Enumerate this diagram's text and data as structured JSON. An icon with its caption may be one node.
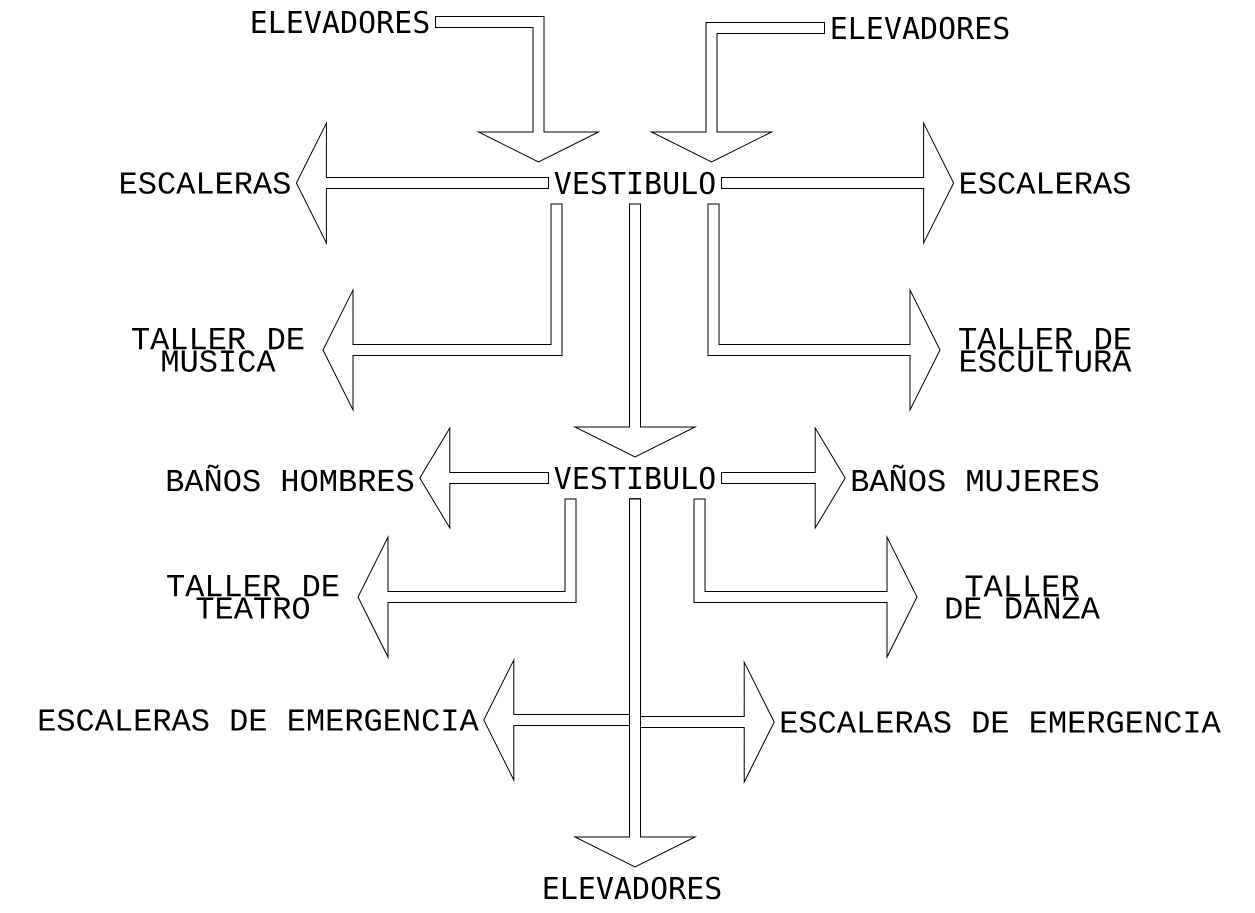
{
  "diagram": {
    "nodes": [
      {
        "text": [
          "ELEVADORES"
        ]
      },
      {
        "text": [
          "ELEVADORES"
        ]
      },
      {
        "text": [
          "VESTIBULO"
        ]
      },
      {
        "text": [
          "ESCALERAS"
        ]
      },
      {
        "text": [
          "ESCALERAS"
        ]
      },
      {
        "text": [
          "TALLER DE MUSICA"
        ]
      },
      {
        "text": [
          "TALLER DE ESCULTURA"
        ]
      },
      {
        "text": [
          "VESTIBULO"
        ]
      },
      {
        "text": [
          "BAÑOS HOMBRES"
        ]
      },
      {
        "text": [
          "BAÑOS MUJERES"
        ]
      },
      {
        "text": [
          "TALLER DE TEATRO"
        ]
      },
      {
        "text": [
          "TALLER DE DANZA"
        ]
      },
      {
        "text": [
          "ESCALERAS DE EMERGENCIA"
        ]
      },
      {
        "text": [
          "ESCALERAS DE EMERGENCIA"
        ]
      },
      {
        "text": [
          "ELEVADORES"
        ]
      }
    ],
    "edges": [
      {
        "from": 0,
        "to": 2,
        "arrow": "to"
      },
      {
        "from": 1,
        "to": 2,
        "arrow": "to"
      },
      {
        "from": 2,
        "to": 3,
        "arrow": "to"
      },
      {
        "from": 2,
        "to": 4,
        "arrow": "to"
      },
      {
        "from": 2,
        "to": 5,
        "arrow": "to"
      },
      {
        "from": 2,
        "to": 6,
        "arrow": "to"
      },
      {
        "from": 2,
        "to": 7,
        "arrow": "to"
      },
      {
        "from": 7,
        "to": 8,
        "arrow": "to"
      },
      {
        "from": 7,
        "to": 9,
        "arrow": "to"
      },
      {
        "from": 7,
        "to": 10,
        "arrow": "to"
      },
      {
        "from": 7,
        "to": 11,
        "arrow": "to"
      },
      {
        "from": 7,
        "to": 12,
        "arrow": "to"
      },
      {
        "from": 7,
        "to": 13,
        "arrow": "to"
      },
      {
        "from": 7,
        "to": 14,
        "arrow": "to"
      }
    ]
  }
}
